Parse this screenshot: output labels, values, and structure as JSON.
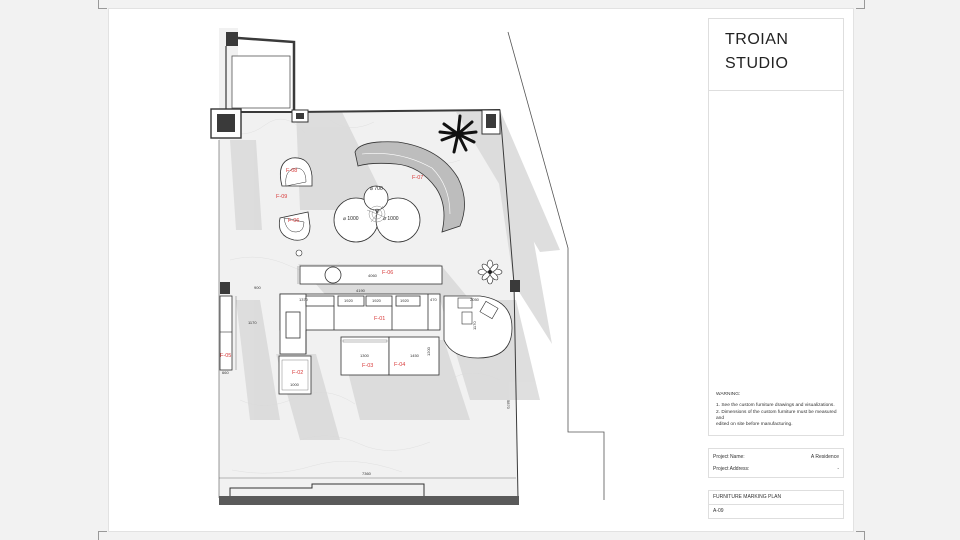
{
  "title_block": {
    "studio_line1": "TROIAN",
    "studio_line2": "STUDIO",
    "warnings_title": "WARNING:",
    "warning_1": "1. See the custom furniture drawings and visualizations.",
    "warning_2a": "2. Dimensions of the custom furniture must be measured and",
    "warning_2b": "edited on site before manufacturing.",
    "project_name_label": "Project Name:",
    "project_name_value": "A Residence",
    "project_address_label": "Project Address:",
    "project_address_value": "-",
    "drawing_title": "FURNITURE MARKING PLAN",
    "drawing_number": "A-09"
  },
  "furniture_tags": {
    "f01": "F-01",
    "f02": "F-02",
    "f03": "F-03",
    "f04": "F-04",
    "f05": "F-05",
    "f06_bench": "F-06",
    "f06_chair": "F-06",
    "f07": "F-07",
    "f08": "F-08",
    "f09": "F-09"
  },
  "dimensions": {
    "table_dia_700": "⌀ 700",
    "table_dia_1000_left": "⌀ 1000",
    "table_dia_1000_right": "⌀ 1000",
    "bench_len": "4060",
    "sofa_len": "4190",
    "seg_1370": "1370",
    "seg_1920": "1920",
    "seg_470": "470",
    "seg_2050": "2050",
    "seg_1170": "1170",
    "ottoman_1300": "1300",
    "ottoman_1450": "1450",
    "ottoman_1200": "1200",
    "pouf_1000": "1000",
    "room_width": "7360",
    "side_900": "900",
    "side_1170": "1170",
    "side_660": "660",
    "right_wall": "5870"
  },
  "colors": {
    "tag_red": "#d83a3a",
    "wall_dark": "#3a3a3a",
    "floor": "#f1f1f1",
    "shadow": "#d9d9d9"
  }
}
